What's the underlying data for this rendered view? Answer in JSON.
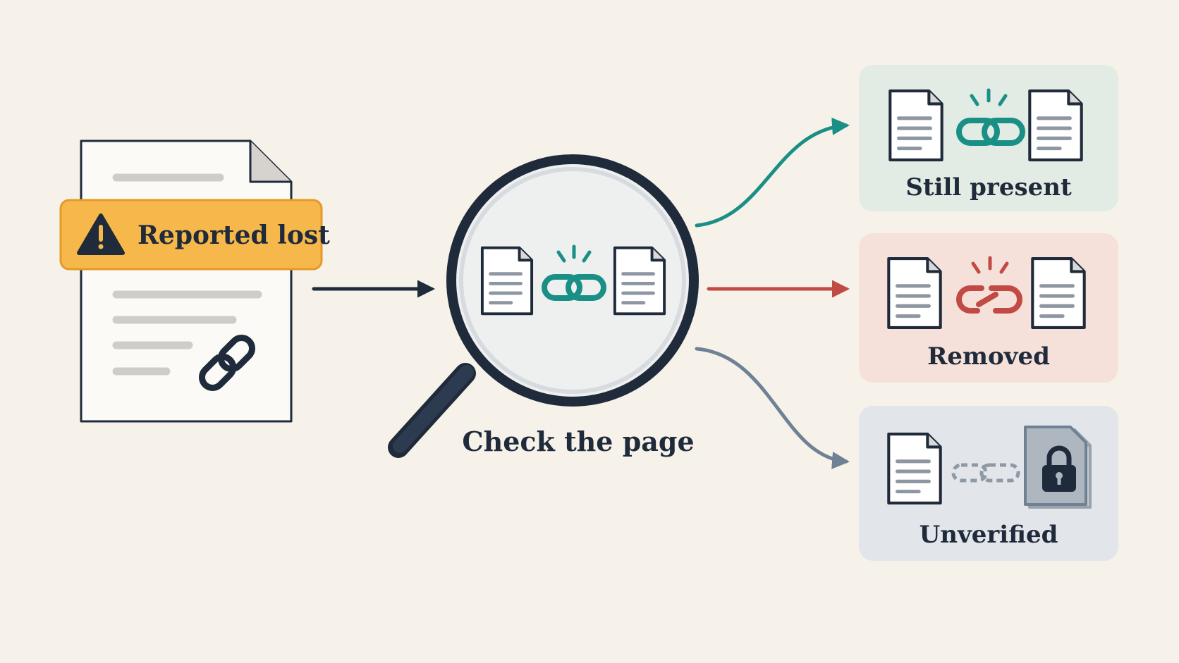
{
  "source": {
    "badge_label": "Reported lost",
    "badge_color": "#f7b84b",
    "icon": "warning-icon",
    "link_icon": "chain-link-icon"
  },
  "check": {
    "label": "Check the page",
    "icon": "magnifier-icon"
  },
  "outcomes": [
    {
      "key": "present",
      "label": "Still present",
      "color": "#1a8f86",
      "card_color": "#e3ece4",
      "icon": "intact-link-icon"
    },
    {
      "key": "removed",
      "label": "Removed",
      "color": "#c24a44",
      "card_color": "#f6e1da",
      "icon": "broken-link-icon"
    },
    {
      "key": "unverified",
      "label": "Unverified",
      "color": "#6f8194",
      "card_color": "#e2e6ea",
      "icon": "locked-page-icon"
    }
  ],
  "colors": {
    "background": "#f6f2ea",
    "ink": "#1f2a3a"
  }
}
